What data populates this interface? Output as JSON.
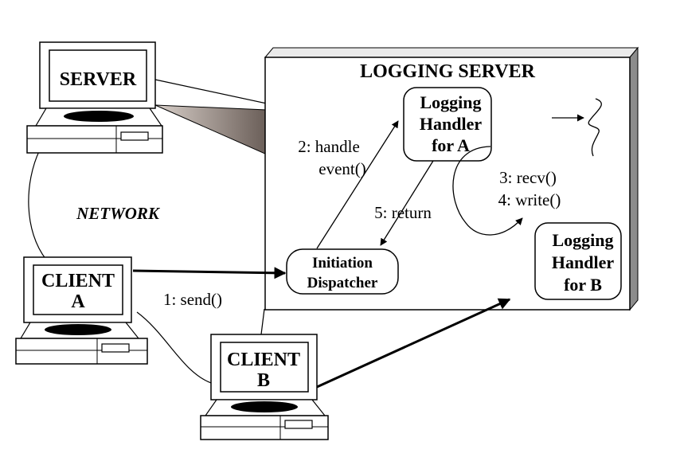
{
  "server_box": {
    "title": "LOGGING SERVER"
  },
  "computers": {
    "server": {
      "label": "SERVER"
    },
    "client_a": {
      "line1": "CLIENT",
      "line2": "A"
    },
    "client_b": {
      "line1": "CLIENT",
      "line2": "B"
    }
  },
  "network_label": "NETWORK",
  "components": {
    "handler_a": {
      "line1": "Logging",
      "line2": "Handler",
      "line3": "for A"
    },
    "handler_b": {
      "line1": "Logging",
      "line2": "Handler",
      "line3": "for B"
    },
    "dispatcher": {
      "line1": "Initiation",
      "line2": "Dispatcher"
    }
  },
  "steps": {
    "send": "1: send()",
    "handle_line1": "2: handle",
    "handle_line2": "event()",
    "recv": "3: recv()",
    "write": "4: write()",
    "return": "5: return"
  }
}
